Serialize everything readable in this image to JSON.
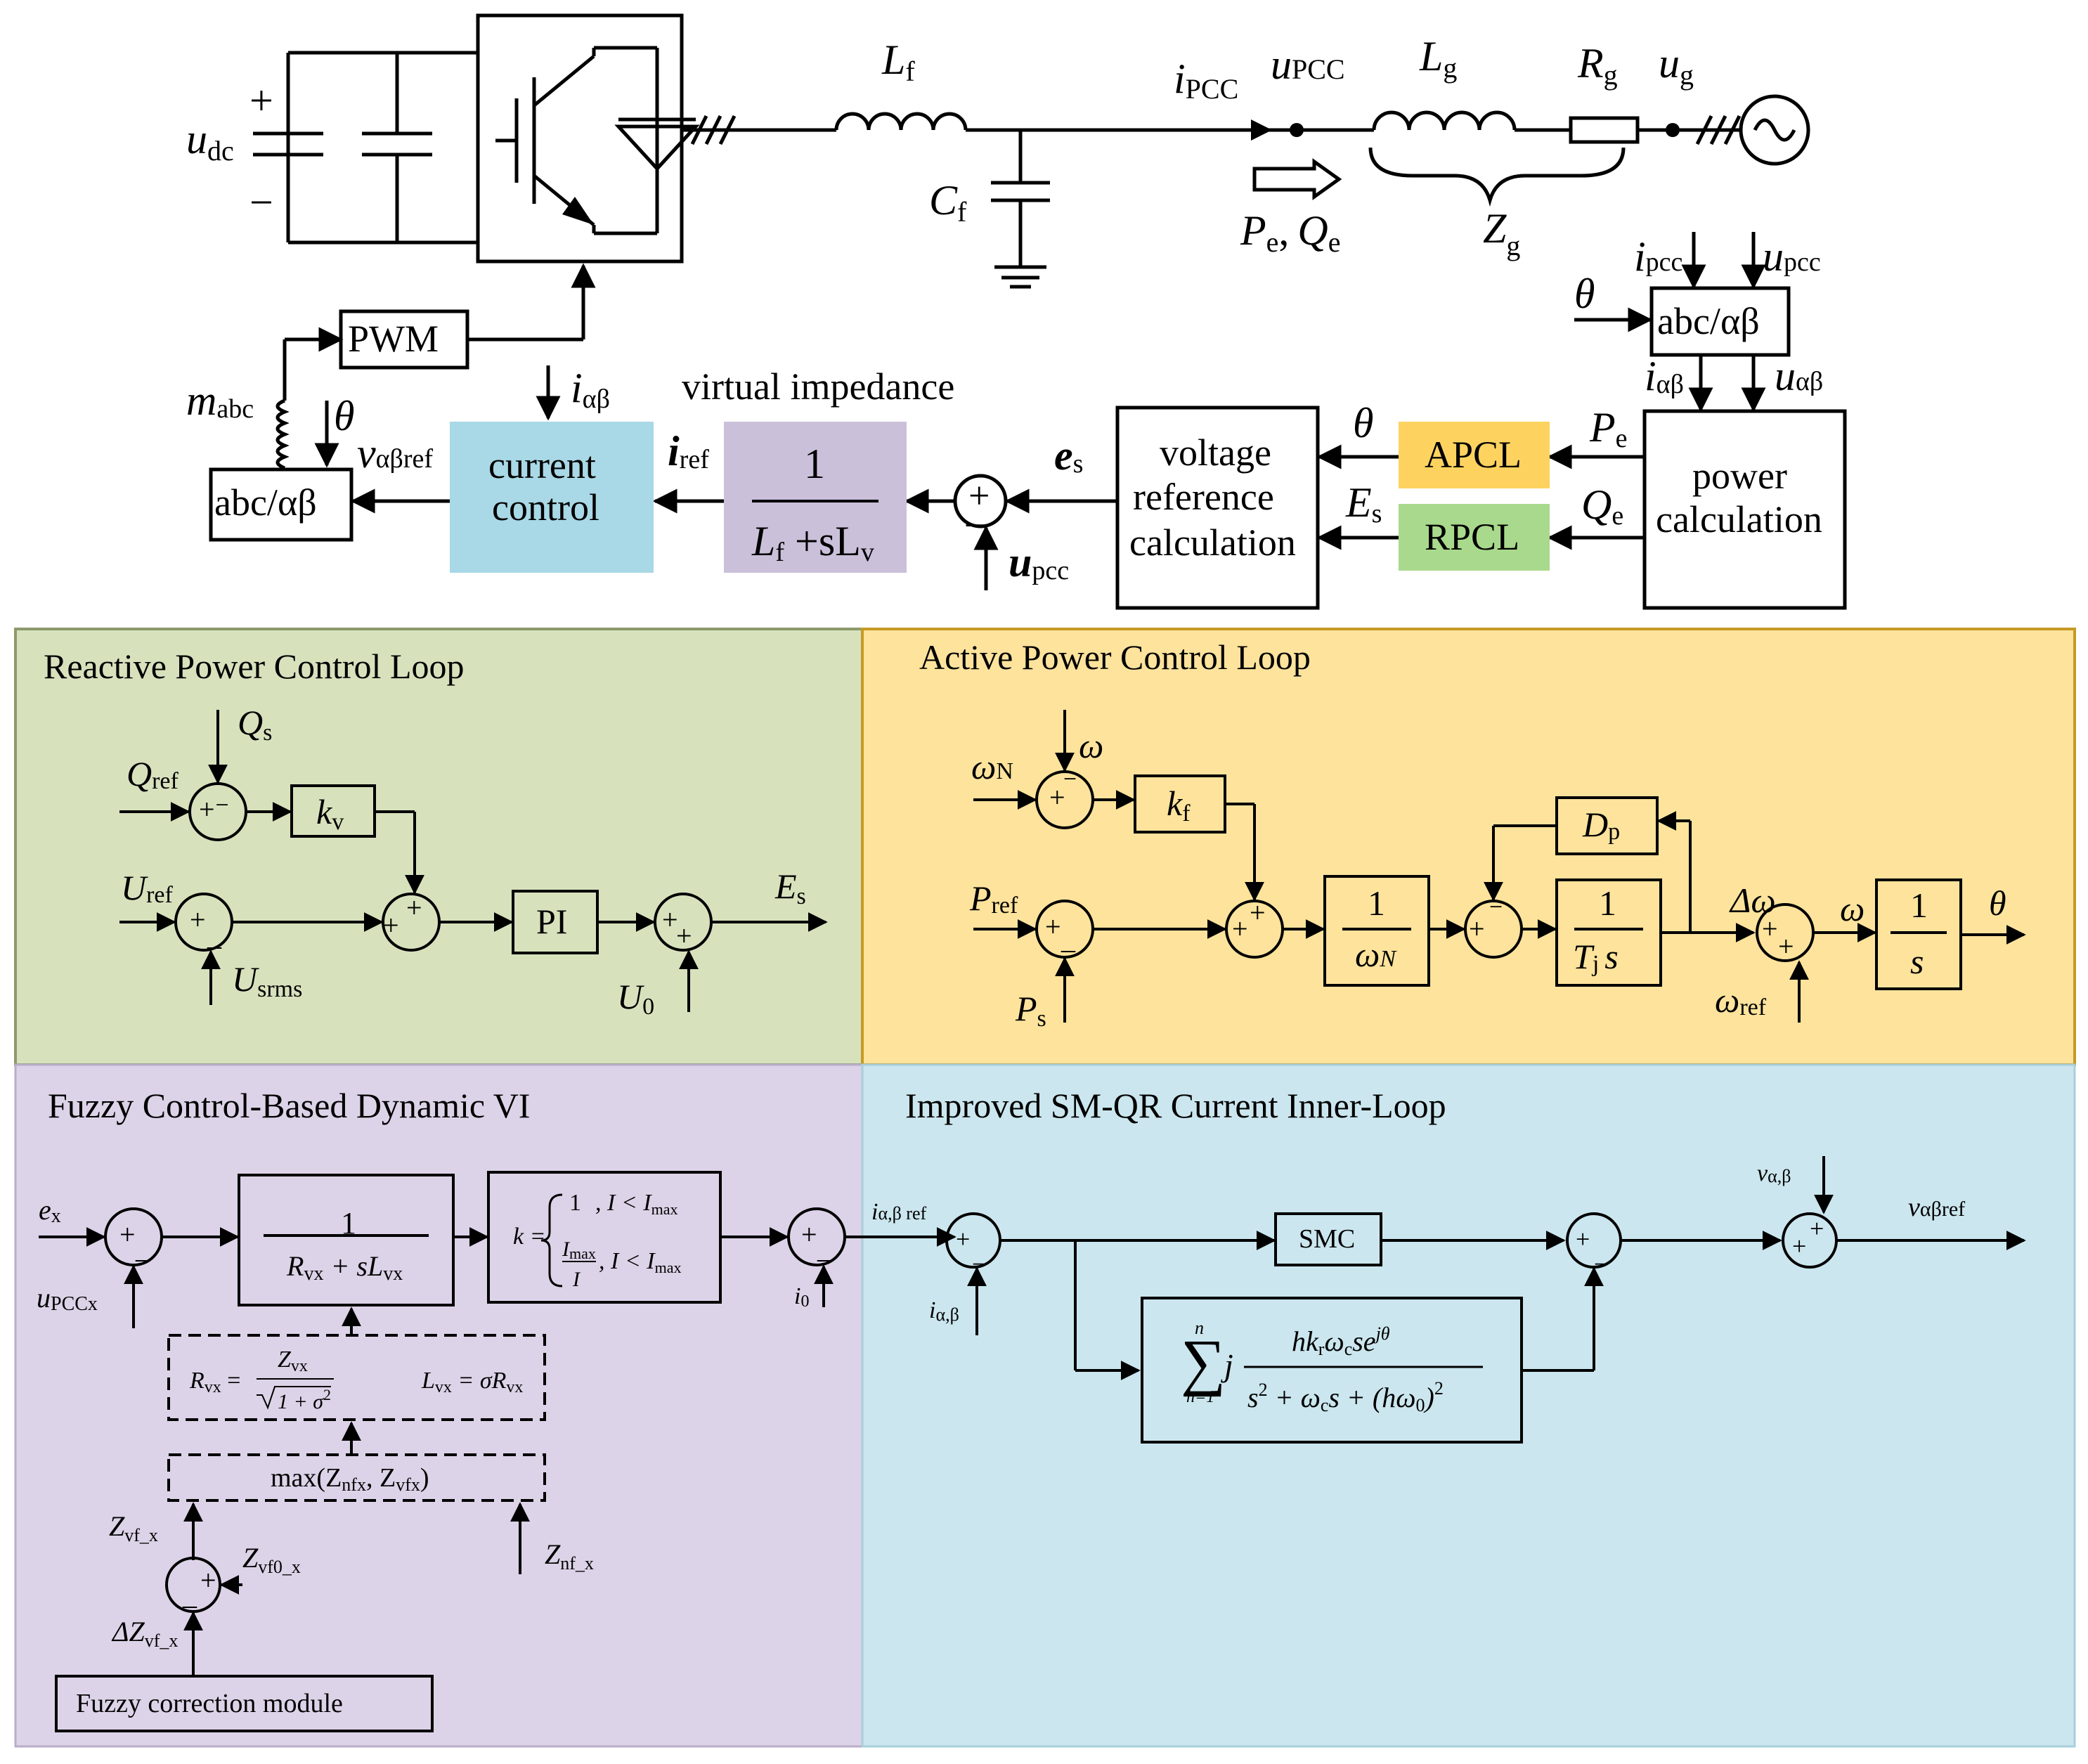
{
  "colors": {
    "reactive_panel": "#d7e2bd",
    "active_panel": "#fde39c",
    "fuzzy_panel": "#ddd3e8",
    "current_panel": "#cbe6ee",
    "apcl": "#fdd25f",
    "rpcl": "#a9d98c",
    "current_control_box": "#a9d8e6",
    "virtual_impedance_box": "#cbc0da",
    "panel_border_green": "#8d9a6b",
    "panel_border_gold": "#c79a26"
  },
  "top": {
    "u_dc": "u",
    "u_dc_sub": "dc",
    "plus": "+",
    "minus": "−",
    "L_f": "L",
    "L_f_sub": "f",
    "C_f": "C",
    "C_f_sub": "f",
    "i_pcc": "i",
    "i_pcc_sub": "PCC",
    "u_pcc": "u",
    "u_pcc_sub": "PCC",
    "L_g": "L",
    "L_g_sub": "g",
    "R_g": "R",
    "R_g_sub": "g",
    "u_g": "u",
    "u_g_sub": "g",
    "P_e": "P",
    "P_e_sub": "e",
    "comma": ",",
    "Q_e": "Q",
    "Q_e_sub": "e",
    "Z_g": "Z",
    "Z_g_sub": "g",
    "pwm": "PWM",
    "m_abc": "m",
    "m_abc_sub": "abc",
    "theta": "θ",
    "abc_ab": "abc/αβ",
    "abc_ab2": "abc/αβ",
    "v_ref": "v",
    "v_ref_sub": "αβref",
    "current_control_1": "current",
    "current_control_2": "control",
    "i_ab": "i",
    "i_ab_sub": "αβ",
    "virtual_impedance": "virtual impedance",
    "i_ref": "i",
    "i_ref_sub": "ref",
    "vi_num": "1",
    "vi_den_L": "L",
    "vi_den_f": "f",
    "vi_den_rest": " +sL",
    "vi_den_v": "v",
    "e_s": "e",
    "e_s_sub": "s",
    "u_pcc2": "u",
    "u_pcc2_sub": "pcc",
    "voltage_ref_1": "voltage",
    "voltage_ref_2": "reference",
    "voltage_ref_3": "calculation",
    "theta2": "θ",
    "E_s": "E",
    "E_s_sub": "s",
    "apcl": "APCL",
    "rpcl": "RPCL",
    "P_e2": "P",
    "P_e2_sub": "e",
    "Q_e2": "Q",
    "Q_e2_sub": "e",
    "power_calc_1": "power",
    "power_calc_2": "calculation",
    "i_pcc_in": "i",
    "i_pcc_in_sub": "pcc",
    "u_pcc_in": "u",
    "u_pcc_in_sub": "pcc",
    "theta3": "θ",
    "i_ab2": "i",
    "i_ab2_sub": "αβ",
    "u_ab": "u",
    "u_ab_sub": "αβ"
  },
  "reactive": {
    "title": "Reactive Power Control Loop",
    "Q_s": "Q",
    "Q_s_sub": "s",
    "Q_ref": "Q",
    "Q_ref_sub": "ref",
    "k_v": "k",
    "k_v_sub": "v",
    "U_ref": "U",
    "U_ref_sub": "ref",
    "U_srms": "U",
    "U_srms_sub": "srms",
    "pi": "PI",
    "E_s": "E",
    "E_s_sub": "s",
    "U_0": "U",
    "U_0_sub": "0"
  },
  "active": {
    "title": "Active Power Control Loop",
    "omega_N": "ω",
    "omega_N_sub": "N",
    "omega": "ω",
    "k_f": "k",
    "k_f_sub": "f",
    "D_p": "D",
    "D_p_sub": "p",
    "P_ref": "P",
    "P_ref_sub": "ref",
    "P_s": "P",
    "P_s_sub": "s",
    "inv_omegaN_num": "1",
    "inv_omegaN_den": "ω",
    "inv_omegaN_den_sub": "N",
    "inv_Tj_num": "1",
    "inv_Tj_den": "T",
    "inv_Tj_den_sub": "j",
    "inv_Tj_den_s": "s",
    "delta_omega": "Δω",
    "omega2": "ω",
    "omega_ref": "ω",
    "omega_ref_sub": "ref",
    "inv_s_num": "1",
    "inv_s_den": "s",
    "theta": "θ"
  },
  "fuzzy": {
    "title": "Fuzzy Control-Based Dynamic VI",
    "e_x": "e",
    "e_x_sub": "x",
    "u_pccx": "u",
    "u_pccx_sub": "PCCx",
    "tf_num": "1",
    "tf_den": "R",
    "tf_den_sub": "vx",
    "tf_den_mid": " + sL",
    "tf_den_sub2": "vx",
    "k_eq": "k =",
    "k_case1_val": "1",
    "k_case1_cond": ", I < I",
    "k_case1_sub": "max",
    "k_case2_num": "I",
    "k_case2_num_sub": "max",
    "k_case2_den": "I",
    "k_case2_cond": ", I < I",
    "k_case2_sub": "max",
    "i_0": "i",
    "i_0_sub": "0",
    "R_vx": "R",
    "R_vx_sub": "vx",
    "eq": " = ",
    "Z_vx": "Z",
    "Z_vx_sub": "vx",
    "sqrt_arg": "1 + σ",
    "sqrt_exp": "2",
    "L_vx": "L",
    "L_vx_sub": "vx",
    "L_vx_rhs": " = σR",
    "L_vx_rhs_sub": "vx",
    "max_label_1": "max(Z",
    "max_label_sub1": "nfx",
    "max_label_2": ", Z",
    "max_label_sub2": "vfx",
    "max_label_3": ")",
    "Z_vf": "Z",
    "Z_vf_sub": "vf_x",
    "Z_vf0": "Z",
    "Z_vf0_sub": "vf0_x",
    "Z_nf": "Z",
    "Z_nf_sub": "nf_x",
    "dZ_vf": "ΔZ",
    "dZ_vf_sub": "vf_x",
    "fuzzy_module": "Fuzzy correction module"
  },
  "current": {
    "title": "Improved SM-QR Current Inner-Loop",
    "i_ref": "i",
    "i_ref_sub": "α,β ref",
    "i_ab": "i",
    "i_ab_sub": "α,β",
    "smc": "SMC",
    "v_ab": "v",
    "v_ab_sub": "α,β",
    "v_ref": "v",
    "v_ref_sub": "αβref",
    "sum_top": "n",
    "sum_bot": "h=1",
    "j": "j",
    "num_1": "hk",
    "num_1_sub": "r",
    "num_2": "ω",
    "num_2_sub": "c",
    "num_3": "se",
    "num_3_sup": "jθ",
    "den_1": "s",
    "den_1_sup": "2",
    "den_2": " + ω",
    "den_2_sub": "c",
    "den_3": "s + (hω",
    "den_3_sub": "0",
    "den_4": ")",
    "den_4_sup": "2"
  }
}
